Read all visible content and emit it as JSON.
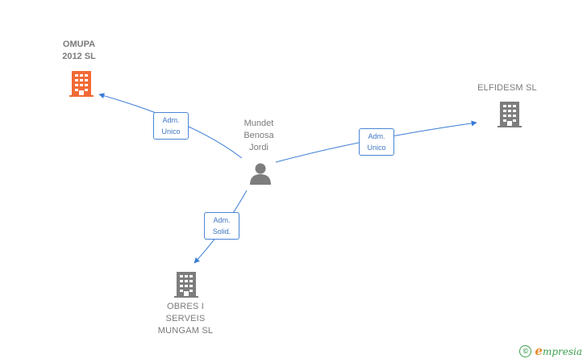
{
  "colors": {
    "edge": "#3a7bd5",
    "building_highlight": "#f26a35",
    "building_default": "#7d7d7d",
    "person": "#7d7d7d",
    "label_text": "#7a7a7a"
  },
  "nodes": {
    "person": {
      "label": "Mundet\nBenosa\nJordi",
      "icon": "person-icon"
    },
    "omupa": {
      "label": "OMUPA\n2012  SL",
      "icon": "building-icon",
      "highlight": true
    },
    "elfidesm": {
      "label": "ELFIDESM  SL",
      "icon": "building-icon"
    },
    "obres": {
      "label": "OBRES I\nSERVEIS\nMUNGAM  SL",
      "icon": "building-icon"
    }
  },
  "edges": [
    {
      "from": "person",
      "to": "omupa",
      "label": "Adm.\nUnico"
    },
    {
      "from": "person",
      "to": "elfidesm",
      "label": "Adm.\nUnico"
    },
    {
      "from": "person",
      "to": "obres",
      "label": "Adm.\nSolid."
    }
  ],
  "brand": {
    "symbol": "©",
    "initial": "e",
    "rest": "mpresia"
  }
}
